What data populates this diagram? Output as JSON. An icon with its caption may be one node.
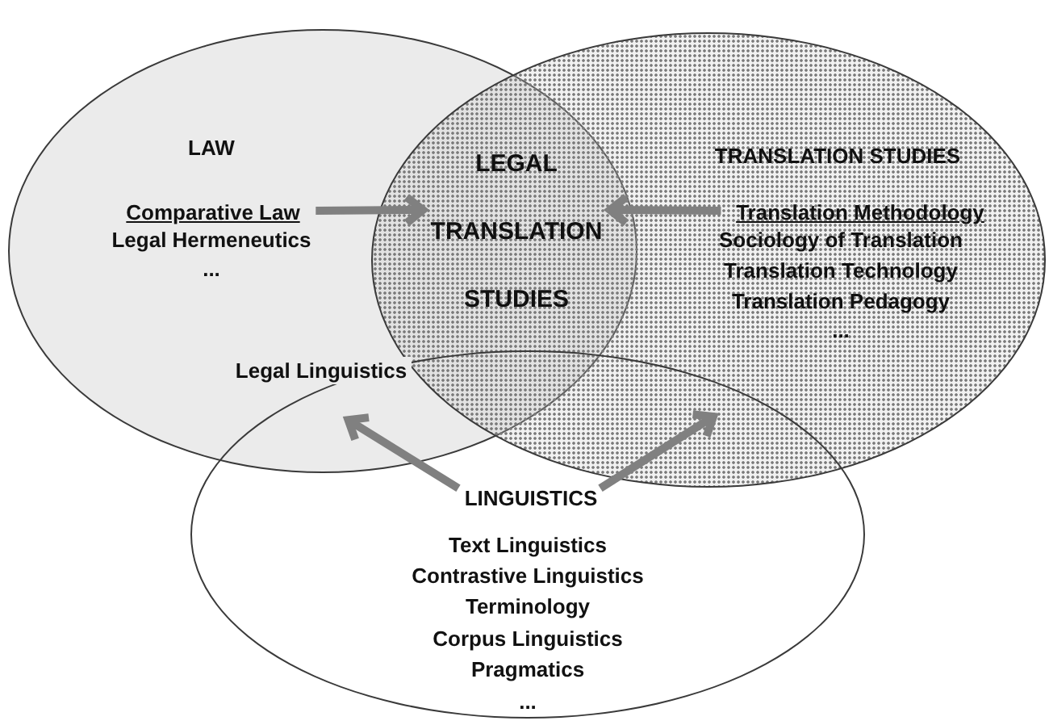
{
  "diagram": {
    "nodes": [
      {
        "text": [
          "LAW",
          "Legal Hermeneutics",
          "..."
        ]
      },
      {
        "text": [
          "Comparative Law"
        ],
        "in": 0
      },
      {
        "text": [
          "LEGAL TRANSLATION STUDIES"
        ]
      },
      {
        "text": [
          "TRANSLATION STUDIES",
          "Sociology of Translation",
          "Translation Technology",
          "Translation Pedagogy",
          "..."
        ]
      },
      {
        "text": [
          "Translation Methodology"
        ],
        "in": 3
      },
      {
        "text": [
          "Legal Linguistics"
        ]
      },
      {
        "text": [
          "Text Linguistics",
          "Contrastive Linguistics",
          "Terminology",
          "Corpus Linguistics",
          "Pragmatics",
          "..."
        ]
      },
      {
        "text": [
          "LINGUISTICS"
        ],
        "in": 6
      }
    ],
    "edges": [
      {
        "from": 1,
        "to": 2,
        "arrow": "to"
      },
      {
        "from": 4,
        "to": 2,
        "arrow": "to"
      },
      {
        "from": 7,
        "to": 5,
        "arrow": "to"
      },
      {
        "from": 7,
        "to": null,
        "arrow": "to"
      }
    ]
  }
}
